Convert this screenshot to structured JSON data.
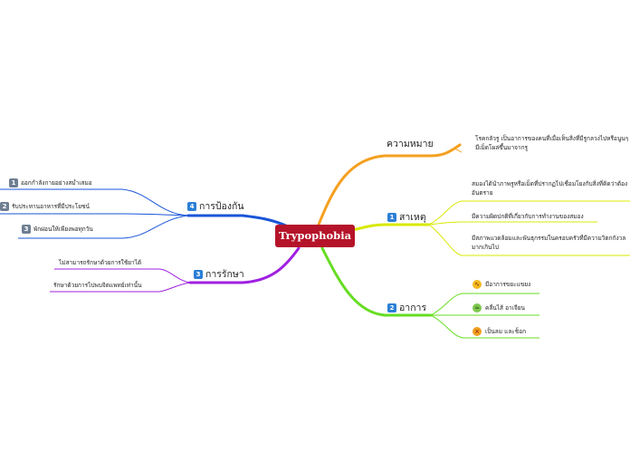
{
  "root": {
    "title": "Trypophobia"
  },
  "branches": {
    "definition": {
      "label": "ความหมาย",
      "color": "#f5a020",
      "items": [
        {
          "text": "โรคกลัวรู เป็นอาการของคนที่เมื่อเห็นสิ่งที่มีรูกลวงไปหรือนูนๆ มีเม็ดโผล่ขึ้นมาจากรู"
        }
      ]
    },
    "cause": {
      "number": "1",
      "label": "สาเหตุ",
      "color": "#d8e800",
      "items": [
        {
          "text": "สมองได้นำภาพรูหรือเม็ดที่ปรากฏไปเชื่อมโยงกับสิ่งที่คิดว่าต้องอันตราย"
        },
        {
          "text": "มีความผิดปกติที่เกี่ยวกับการทำงานของสมอง"
        },
        {
          "text": "มีสภาพแวดล้อมและพันธุกรรมในครอบครัวที่มีความวิตกกังวลมากเกินไป"
        }
      ]
    },
    "symptoms": {
      "number": "2",
      "label": "อาการ",
      "color": "#66dd22",
      "items": [
        {
          "icon": "disgust-face-icon",
          "text": "มีอาการขยะแขยง"
        },
        {
          "icon": "nausea-face-icon",
          "text": "คลื่นไส้ อาเจียน"
        },
        {
          "icon": "dizzy-face-icon",
          "text": "เป็นลม และช็อก"
        }
      ]
    },
    "treatment": {
      "number": "3",
      "label": "การรักษา",
      "color": "#a020e0",
      "items": [
        {
          "text": "ไม่สามารถรักษาด้วยการใช้ยาได้"
        },
        {
          "text": "รักษาด้วยการไปพบจิตแพทย์เท่านั้น"
        }
      ]
    },
    "prevention": {
      "number": "4",
      "label": "การป้องกัน",
      "color": "#1a55d8",
      "items": [
        {
          "number": "1",
          "text": "ออกกำลังกายอย่างสม่ำเสมอ"
        },
        {
          "number": "2",
          "text": "รับประทานอาหารที่มีประโยชน์"
        },
        {
          "number": "3",
          "text": "พักผ่อนให้เพียงพอทุกวัน"
        }
      ]
    }
  }
}
